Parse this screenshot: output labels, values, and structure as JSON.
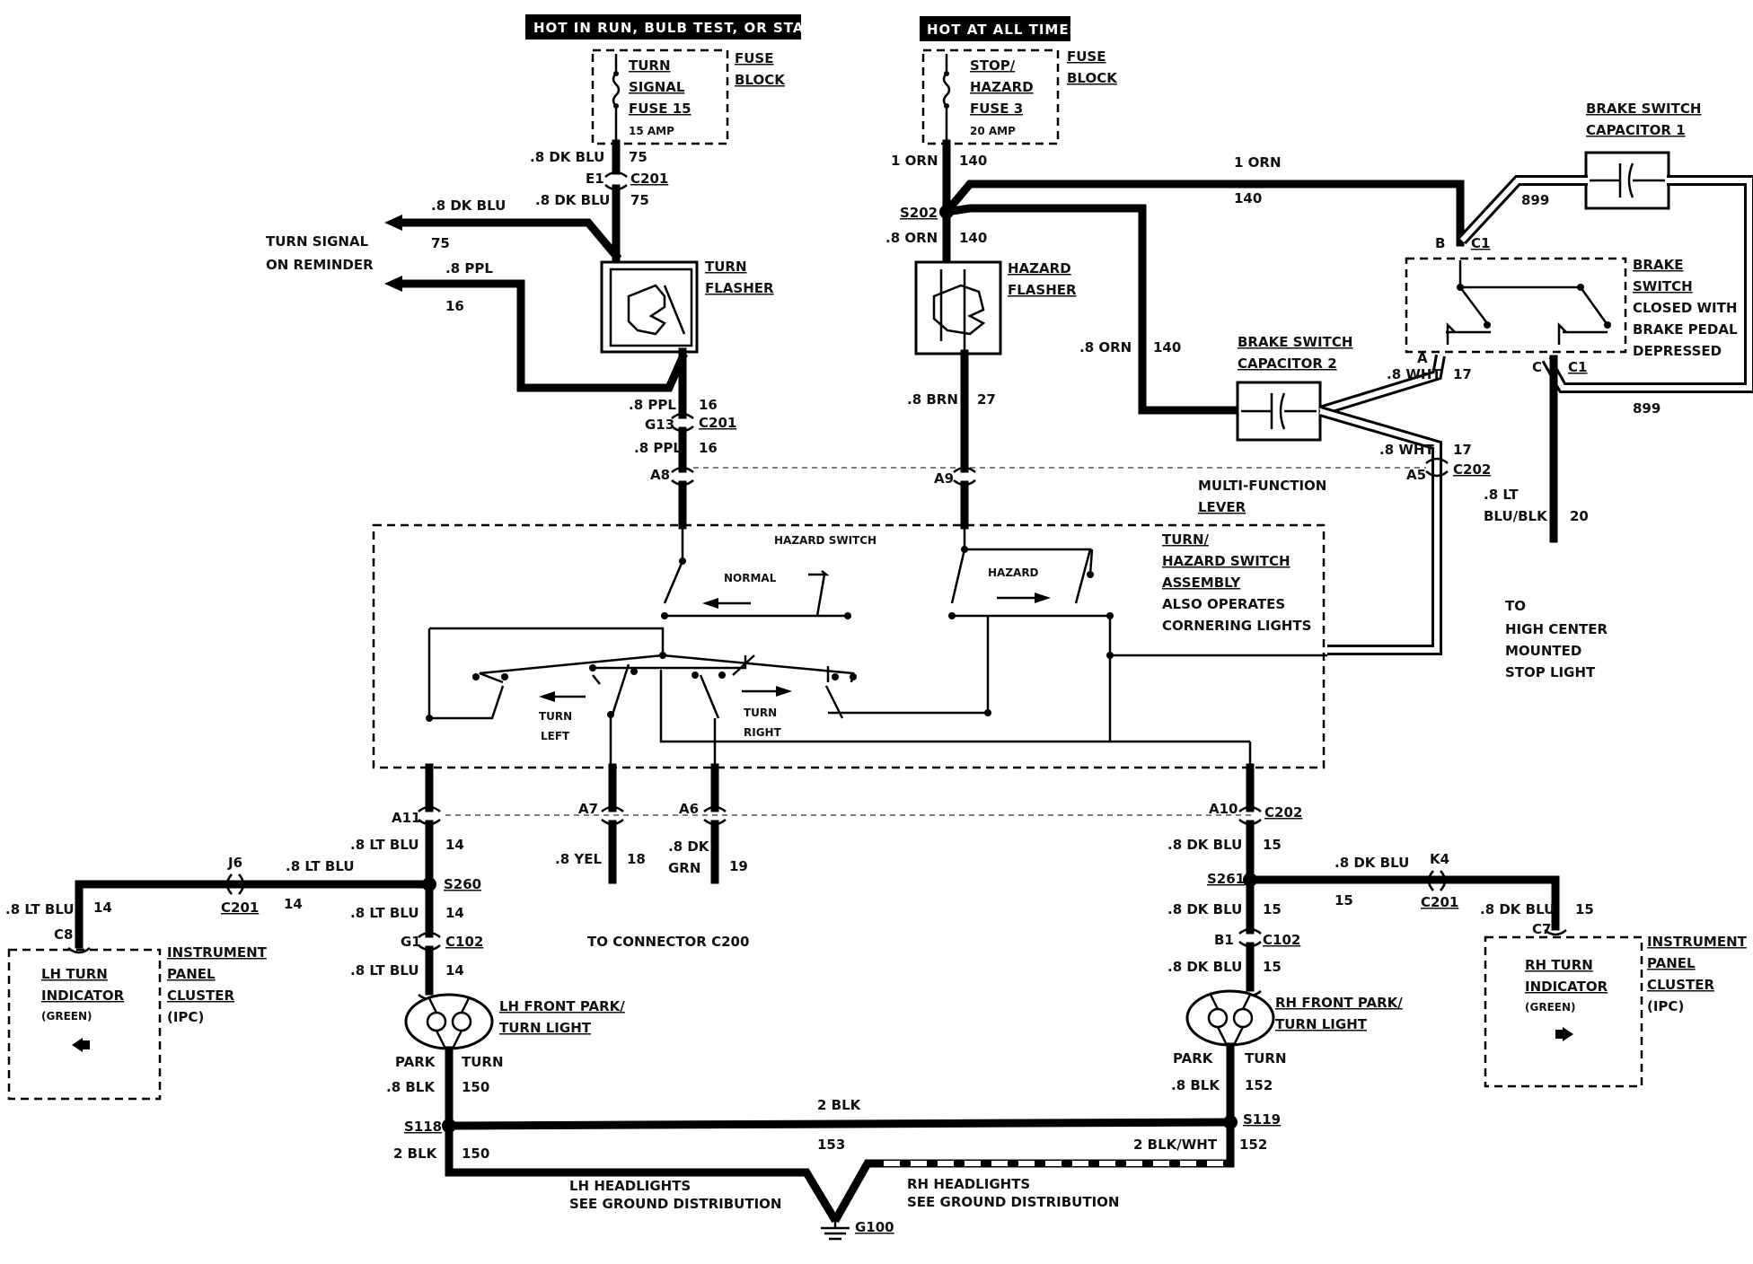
{
  "headers": {
    "turn_feed": "HOT IN RUN, BULB TEST, OR START",
    "hazard_feed": "HOT AT ALL TIMES"
  },
  "fuse_block": {
    "label": [
      "FUSE",
      "BLOCK"
    ],
    "turn_fuse": [
      "TURN",
      "SIGNAL",
      "FUSE 15",
      "15 AMP"
    ],
    "hazard_fuse": [
      "STOP/",
      "HAZARD",
      "FUSE 3",
      "20 AMP"
    ]
  },
  "flashers": {
    "turn": [
      "TURN",
      "FLASHER"
    ],
    "hazard": [
      "HAZARD",
      "FLASHER"
    ]
  },
  "brake_switch": {
    "capacitor1": [
      "BRAKE SWITCH",
      "CAPACITOR 1"
    ],
    "capacitor2": [
      "BRAKE SWITCH",
      "CAPACITOR 2"
    ],
    "switch": [
      "BRAKE",
      "SWITCH",
      "CLOSED WITH",
      "BRAKE PEDAL",
      "DEPRESSED"
    ],
    "pin_b": "B",
    "pin_a": "A",
    "pin_c": "C",
    "conn": "C1"
  },
  "wires": {
    "dk_blu_08": ".8 DK BLU",
    "ppl_08": ".8 PPL",
    "orn_1": "1 ORN",
    "orn_08": ".8 ORN",
    "brn_08": ".8 BRN",
    "wht_08": ".8 WHT",
    "lt_blu_08": ".8 LT BLU",
    "lt_blu_blk_08": [
      ".8 LT",
      "BLU/BLK"
    ],
    "yel_08": ".8 YEL",
    "dk_grn_08": [
      ".8 DK",
      "GRN"
    ],
    "blk_08": ".8 BLK",
    "blk_2": "2 BLK",
    "blk_wht_2": "2 BLK/WHT"
  },
  "circuits": {
    "c75": "75",
    "c16": "16",
    "c140": "140",
    "c27": "27",
    "c17": "17",
    "c899": "899",
    "c20": "20",
    "c14": "14",
    "c18": "18",
    "c19": "19",
    "c15": "15",
    "c150": "150",
    "c152": "152",
    "c153": "153"
  },
  "connectors": {
    "e1": "E1",
    "c201": "C201",
    "g13": "G13",
    "a8": "A8",
    "a9": "A9",
    "a5": "A5",
    "c202": "C202",
    "a11": "A11",
    "a7": "A7",
    "a6": "A6",
    "a10": "A10",
    "j6": "J6",
    "k4": "K4",
    "c8": "C8",
    "c7": "C7",
    "g1": "G1",
    "b1": "B1",
    "c102": "C102"
  },
  "splices": {
    "s202": "S202",
    "s260": "S260",
    "s261": "S261",
    "s118": "S118",
    "s119": "S119",
    "g100": "G100"
  },
  "outputs": {
    "reminder": [
      "TURN SIGNAL",
      "ON REMINDER"
    ],
    "chmsl": [
      "TO",
      "HIGH CENTER",
      "MOUNTED",
      "STOP LIGHT"
    ],
    "to_c200": "TO CONNECTOR C200"
  },
  "multifunction": {
    "lever": [
      "MULTI-FUNCTION",
      "LEVER"
    ],
    "assembly": [
      "TURN/",
      "HAZARD SWITCH",
      "ASSEMBLY",
      "ALSO OPERATES",
      "CORNERING LIGHTS"
    ],
    "hazard_switch": "HAZARD SWITCH",
    "normal": "NORMAL",
    "hazard": "HAZARD",
    "turn_left": [
      "TURN",
      "LEFT"
    ],
    "turn_right": [
      "TURN",
      "RIGHT"
    ]
  },
  "indicators": {
    "lh": [
      "LH TURN",
      "INDICATOR",
      "(GREEN)"
    ],
    "rh": [
      "RH TURN",
      "INDICATOR",
      "(GREEN)"
    ],
    "ipc": [
      "INSTRUMENT",
      "PANEL",
      "CLUSTER",
      "(IPC)"
    ]
  },
  "lamps": {
    "lh": [
      "LH FRONT PARK/",
      "TURN LIGHT"
    ],
    "rh": [
      "RH FRONT PARK/",
      "TURN LIGHT"
    ],
    "park": "PARK",
    "turn": "TURN"
  },
  "grounds": {
    "lh": [
      "LH HEADLIGHTS",
      "SEE GROUND DISTRIBUTION"
    ],
    "rh": [
      "RH HEADLIGHTS",
      "SEE GROUND DISTRIBUTION"
    ]
  }
}
